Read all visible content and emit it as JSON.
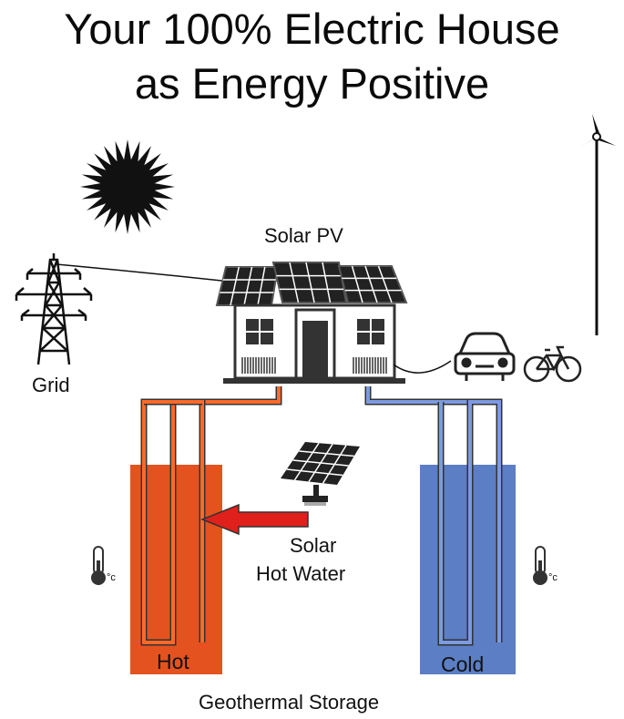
{
  "title": {
    "line1": "Your 100% Electric House",
    "line2": "as Energy Positive"
  },
  "labels": {
    "solar_pv": "Solar PV",
    "grid": "Grid",
    "solar_hot_water_line1": "Solar",
    "solar_hot_water_line2": "Hot Water",
    "hot": "Hot",
    "cold": "Cold",
    "geothermal_storage": "Geothermal Storage",
    "thermo_unit_left": "°c",
    "thermo_unit_right": "°c"
  },
  "colors": {
    "hot": "#e4531f",
    "hot_pipe": "#ff6a2a",
    "cold": "#5b7ec4",
    "cold_pipe": "#7c9be0",
    "arrow": "#e0201b",
    "dark": "#2e2e2e"
  },
  "icons": [
    "sun-icon",
    "wind-turbine-icon",
    "pylon-icon",
    "house-icon",
    "car-icon",
    "bicycle-icon",
    "solar-collector-icon",
    "thermometer-icon"
  ]
}
